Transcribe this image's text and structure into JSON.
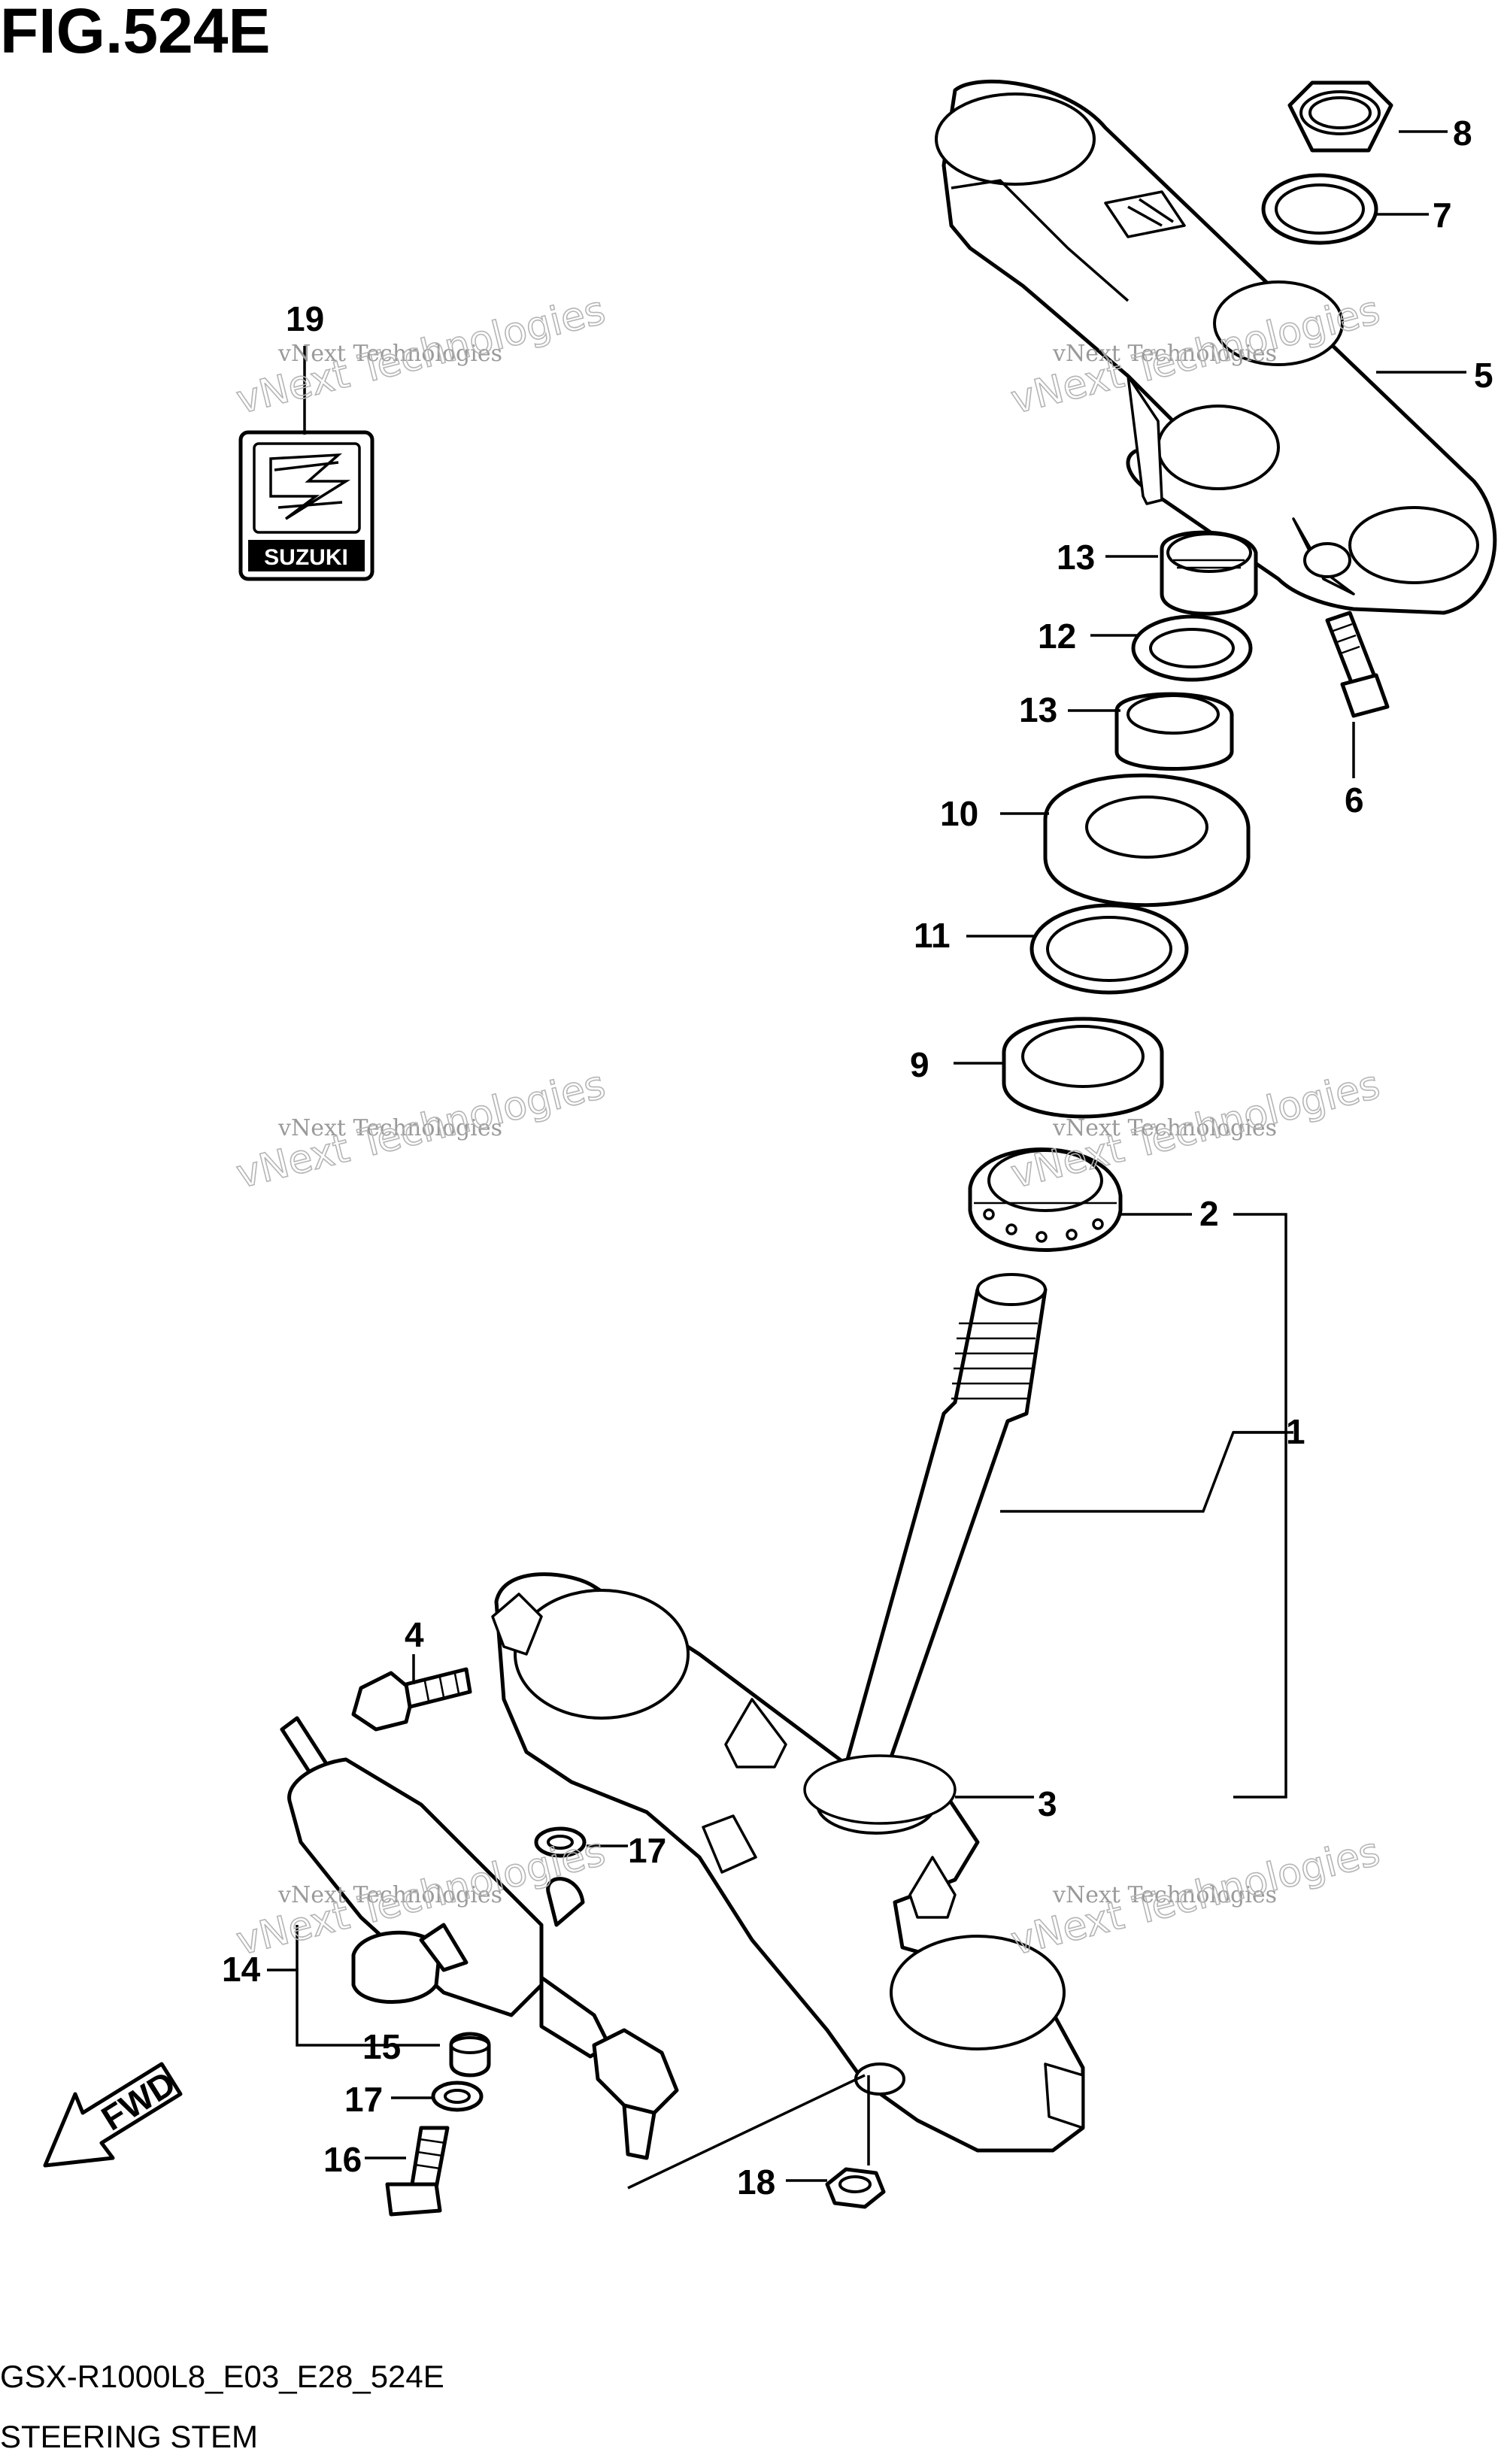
{
  "figure": {
    "title": "FIG.524E",
    "code": "GSX-R1000L8_E03_E28_524E",
    "caption": "STEERING STEM"
  },
  "watermark": {
    "line1": "vNext Technologies",
    "line2": "vNext Technologies"
  },
  "callouts": [
    "1",
    "2",
    "3",
    "4",
    "5",
    "6",
    "7",
    "8",
    "9",
    "10",
    "11",
    "12",
    "13",
    "13",
    "14",
    "15",
    "16",
    "17",
    "17",
    "18",
    "19"
  ],
  "badge_text": "SUZUKI",
  "fwd_label": "FWD",
  "colors": {
    "line": "#000000",
    "background": "#ffffff",
    "watermark": "#9a9a9a"
  }
}
